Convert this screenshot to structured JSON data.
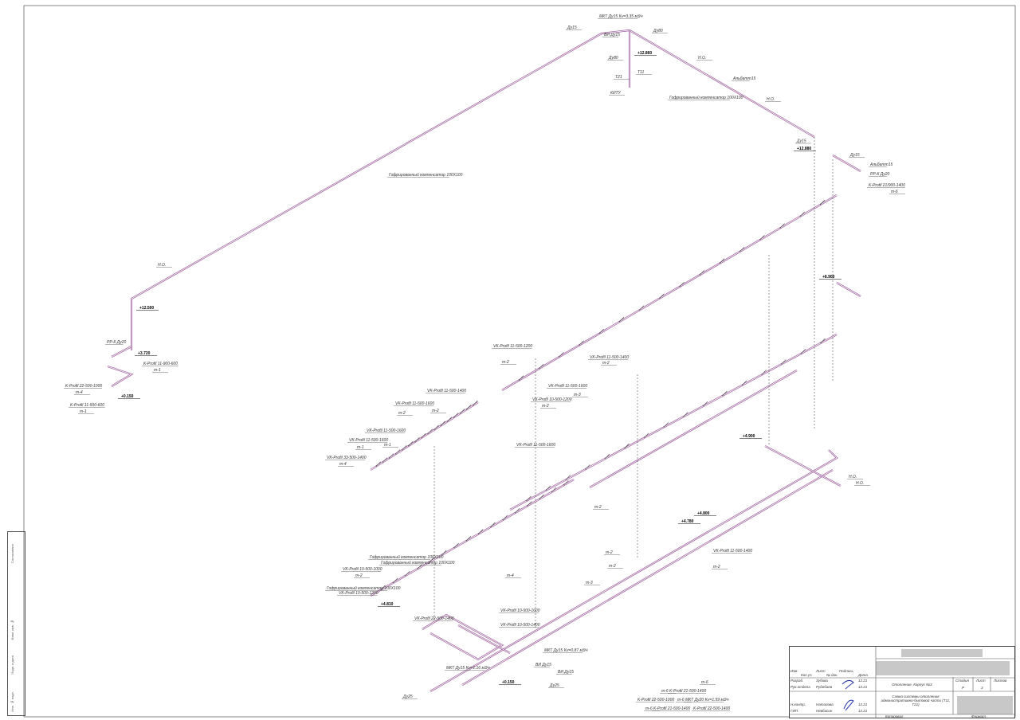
{
  "sheet": {
    "title_block": {
      "headers": [
        "Изм.",
        "Кол.уч.",
        "Лист",
        "№ док.",
        "Подпись",
        "Дата"
      ],
      "rows": [
        {
          "role": "Разраб.",
          "name": "Зубова",
          "date": "12.21"
        },
        {
          "role": "Рук.отдела",
          "name": "Рудобаев",
          "date": "12.21"
        },
        {
          "role": "Н.контр.",
          "name": "Наталова",
          "date": "12.21"
        },
        {
          "role": "ГИП",
          "name": "Невбасин",
          "date": "12.21"
        }
      ],
      "section": "Отопление. Корпус №3",
      "drawing_title": "Схема системы отопления административно-бытовой части (Т11, Т21)",
      "stage_label": "Стадия",
      "sheet_label": "Лист",
      "sheets_label": "Листов",
      "stage": "Р",
      "sheet": "3",
      "copied": "Копировал",
      "format": "Формат"
    },
    "side_stamp": [
      "Согласовано",
      "Взам. инв. №",
      "Подп. и дата",
      "Инв. № подл."
    ],
    "elevations": [
      "+12.860",
      "+12.500",
      "+12.880",
      "+8.900",
      "+4.900",
      "+4.800",
      "+4.780",
      "+3.720",
      "+0.150",
      "+4.810",
      "+0.150"
    ],
    "labels": [
      "Ду15",
      "МКТ Ду15 Kv=3.35 м3/ч",
      "ВИ Ду15",
      "Ду80",
      "Ду80",
      "Т21",
      "Т11",
      "КИТУ",
      "Н.О.",
      "Альбатт15",
      "Гофрированный компенсатор 100Х100",
      "Н.О.",
      "Ду15",
      "Ду15",
      "Альбатт15",
      "РР-К Ду20",
      "K-Profil 21/900-1400",
      "m-6",
      "Гофрированный компенсатор 100Х100",
      "Н.О.",
      "РР-К Ду20",
      "K-Profil 11-900-600",
      "m-1",
      "K-Profil 22-500-1000",
      "m-4",
      "K-Profil 11-500-600",
      "m-1",
      "VK-Profil 11-500-1400",
      "m-2",
      "VK-Profil 11-500-1600",
      "m-2",
      "VK-Profil 11-500-1600",
      "m-1",
      "VK-Profil 11-500-1600",
      "m-1",
      "VK-Profil 33-500-1400",
      "m-4",
      "VK-Profil 11-500-1200",
      "m-2",
      "VK-Profil 11-500-1400",
      "m-2",
      "VK-Profil 10-500-1200",
      "m-2",
      "VK-Profil 11-500-1600",
      "m-3",
      "VK-Profil 11-500-1600",
      "m-2",
      "VK-Profil 11-500-1400",
      "m-2",
      "VK-Profil 10-500-1000",
      "m-2",
      "Гофрированный компенсатор 100Х100",
      "Гофрированный компенсатор 100Х100",
      "Гофрированный компенсатор 100Х100",
      "VK-Profil 10-500-1200",
      "m-2",
      "VK-Profil 10-500-1600",
      "m-2",
      "VK-Profil 10-500-1400",
      "m-3",
      "VK-Profil 22-500-1400",
      "m-4",
      "МКТ Ду15 Kv=1.16 м3/ч",
      "МКТ Ду15 Kv=0.87 м3/ч",
      "ВИ Ду15",
      "ВИ Ду15",
      "Ду25",
      "Ду25",
      "Н.О.",
      "Н.О.",
      "K-Profil 22-500-1000",
      "m-6",
      "K-Profil 21-500-1400",
      "m-6",
      "K-Profil 21-500-1400",
      "m-6",
      "МКТ Ду20 Kv=1.59 м3/ч",
      "K-Profil 22-500-1400",
      "m-6"
    ]
  }
}
